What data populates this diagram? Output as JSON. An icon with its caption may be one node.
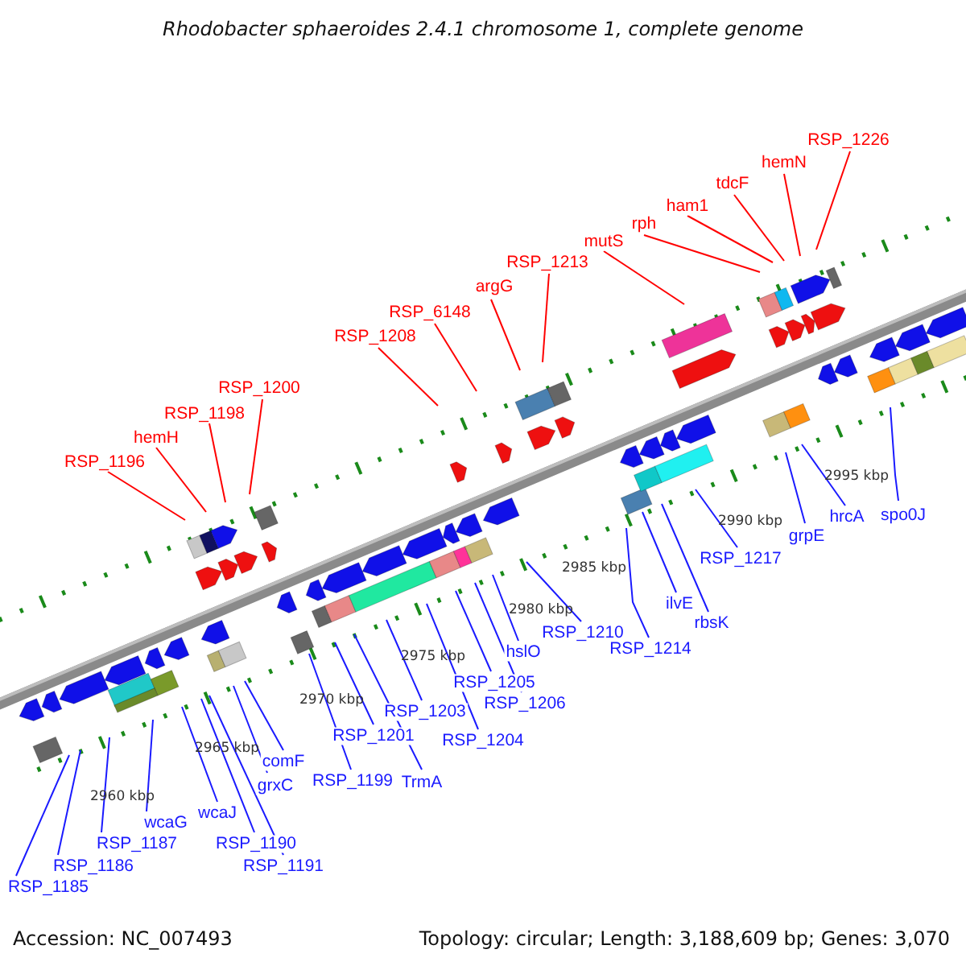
{
  "diagram": {
    "title": "Rhodobacter sphaeroides 2.4.1 chromosome 1, complete genome",
    "nodes": [
      {
        "text": [
          "RSP_1196"
        ]
      },
      {
        "text": [
          "hemH"
        ]
      },
      {
        "text": [
          "RSP_1198"
        ]
      },
      {
        "text": [
          "RSP_1200"
        ]
      },
      {
        "text": [
          "RSP_1208"
        ]
      },
      {
        "text": [
          "RSP_6148"
        ]
      },
      {
        "text": [
          "argG"
        ]
      },
      {
        "text": [
          "RSP_1213"
        ]
      },
      {
        "text": [
          "mutS"
        ]
      },
      {
        "text": [
          "rph"
        ]
      },
      {
        "text": [
          "ham1"
        ]
      },
      {
        "text": [
          "tdcF"
        ]
      },
      {
        "text": [
          "hemN"
        ]
      },
      {
        "text": [
          "RSP_1226"
        ]
      },
      {
        "text": [
          "RSP_1185"
        ]
      },
      {
        "text": [
          "RSP_1186"
        ]
      },
      {
        "text": [
          "RSP_1187"
        ]
      },
      {
        "text": [
          "wcaG"
        ]
      },
      {
        "text": [
          "wcaJ"
        ]
      },
      {
        "text": [
          "RSP_1190"
        ]
      },
      {
        "text": [
          "RSP_1191"
        ]
      },
      {
        "text": [
          "grxC"
        ]
      },
      {
        "text": [
          "comF"
        ]
      },
      {
        "text": [
          "RSP_1199"
        ]
      },
      {
        "text": [
          "RSP_1201"
        ]
      },
      {
        "text": [
          "TrmA"
        ]
      },
      {
        "text": [
          "RSP_1203"
        ]
      },
      {
        "text": [
          "RSP_1204"
        ]
      },
      {
        "text": [
          "RSP_1205"
        ]
      },
      {
        "text": [
          "RSP_1206"
        ]
      },
      {
        "text": [
          "hslO"
        ]
      },
      {
        "text": [
          "RSP_1210"
        ]
      },
      {
        "text": [
          "RSP_1214"
        ]
      },
      {
        "text": [
          "ilvE"
        ]
      },
      {
        "text": [
          "rbsK"
        ]
      },
      {
        "text": [
          "RSP_1217"
        ]
      },
      {
        "text": [
          "grpE"
        ]
      },
      {
        "text": [
          "hrcA"
        ]
      },
      {
        "text": [
          "spo0J"
        ]
      }
    ],
    "edges": [
      {
        "from": 0,
        "to": null,
        "arrow": "none",
        "color": "#ff0000"
      },
      {
        "from": 1,
        "to": null,
        "arrow": "none",
        "color": "#ff0000"
      },
      {
        "from": 2,
        "to": null,
        "arrow": "none",
        "color": "#ff0000"
      },
      {
        "from": 3,
        "to": null,
        "arrow": "none",
        "color": "#ff0000"
      },
      {
        "from": 4,
        "to": null,
        "arrow": "none",
        "color": "#ff0000"
      },
      {
        "from": 5,
        "to": null,
        "arrow": "none",
        "color": "#ff0000"
      },
      {
        "from": 6,
        "to": null,
        "arrow": "none",
        "color": "#ff0000"
      },
      {
        "from": 7,
        "to": null,
        "arrow": "none",
        "color": "#ff0000"
      },
      {
        "from": 8,
        "to": null,
        "arrow": "none",
        "color": "#ff0000"
      },
      {
        "from": 9,
        "to": null,
        "arrow": "none",
        "color": "#ff0000"
      },
      {
        "from": 10,
        "to": null,
        "arrow": "none",
        "color": "#ff0000"
      },
      {
        "from": 11,
        "to": null,
        "arrow": "none",
        "color": "#ff0000"
      },
      {
        "from": 12,
        "to": null,
        "arrow": "none",
        "color": "#ff0000"
      },
      {
        "from": 13,
        "to": null,
        "arrow": "none",
        "color": "#ff0000"
      },
      {
        "from": 14,
        "to": null,
        "arrow": "none"
      },
      {
        "from": 15,
        "to": null,
        "arrow": "none"
      },
      {
        "from": 16,
        "to": null,
        "arrow": "none"
      },
      {
        "from": 17,
        "to": null,
        "arrow": "none"
      },
      {
        "from": 18,
        "to": null,
        "arrow": "none"
      },
      {
        "from": 19,
        "to": null,
        "arrow": "none"
      },
      {
        "from": 20,
        "to": null,
        "arrow": "none"
      },
      {
        "from": 21,
        "to": null,
        "arrow": "none"
      },
      {
        "from": 22,
        "to": null,
        "arrow": "none"
      },
      {
        "from": 23,
        "to": null,
        "arrow": "none"
      },
      {
        "from": 24,
        "to": null,
        "arrow": "none"
      },
      {
        "from": 25,
        "to": null,
        "arrow": "none"
      },
      {
        "from": 26,
        "to": null,
        "arrow": "none"
      },
      {
        "from": 27,
        "to": null,
        "arrow": "none"
      },
      {
        "from": 28,
        "to": null,
        "arrow": "none"
      },
      {
        "from": 29,
        "to": null,
        "arrow": "none"
      },
      {
        "from": 30,
        "to": null,
        "arrow": "none"
      },
      {
        "from": 31,
        "to": null,
        "arrow": "none"
      },
      {
        "from": 32,
        "to": null,
        "arrow": "none"
      },
      {
        "from": 33,
        "to": null,
        "arrow": "none"
      },
      {
        "from": 34,
        "to": null,
        "arrow": "none"
      },
      {
        "from": 35,
        "to": null,
        "arrow": "none"
      },
      {
        "from": 36,
        "to": null,
        "arrow": "none"
      },
      {
        "from": 37,
        "to": null,
        "arrow": "none"
      },
      {
        "from": 38,
        "to": null,
        "arrow": "none"
      }
    ],
    "labels": [
      "2960 kbp",
      "2965 kbp",
      "2970 kbp",
      "2975 kbp",
      "2980 kbp",
      "2985 kbp",
      "2990 kbp",
      "2995 kbp",
      "Accession: NC_007493",
      "Topology: circular; Length: 3,188,609 bp; Genes: 3,070"
    ]
  }
}
